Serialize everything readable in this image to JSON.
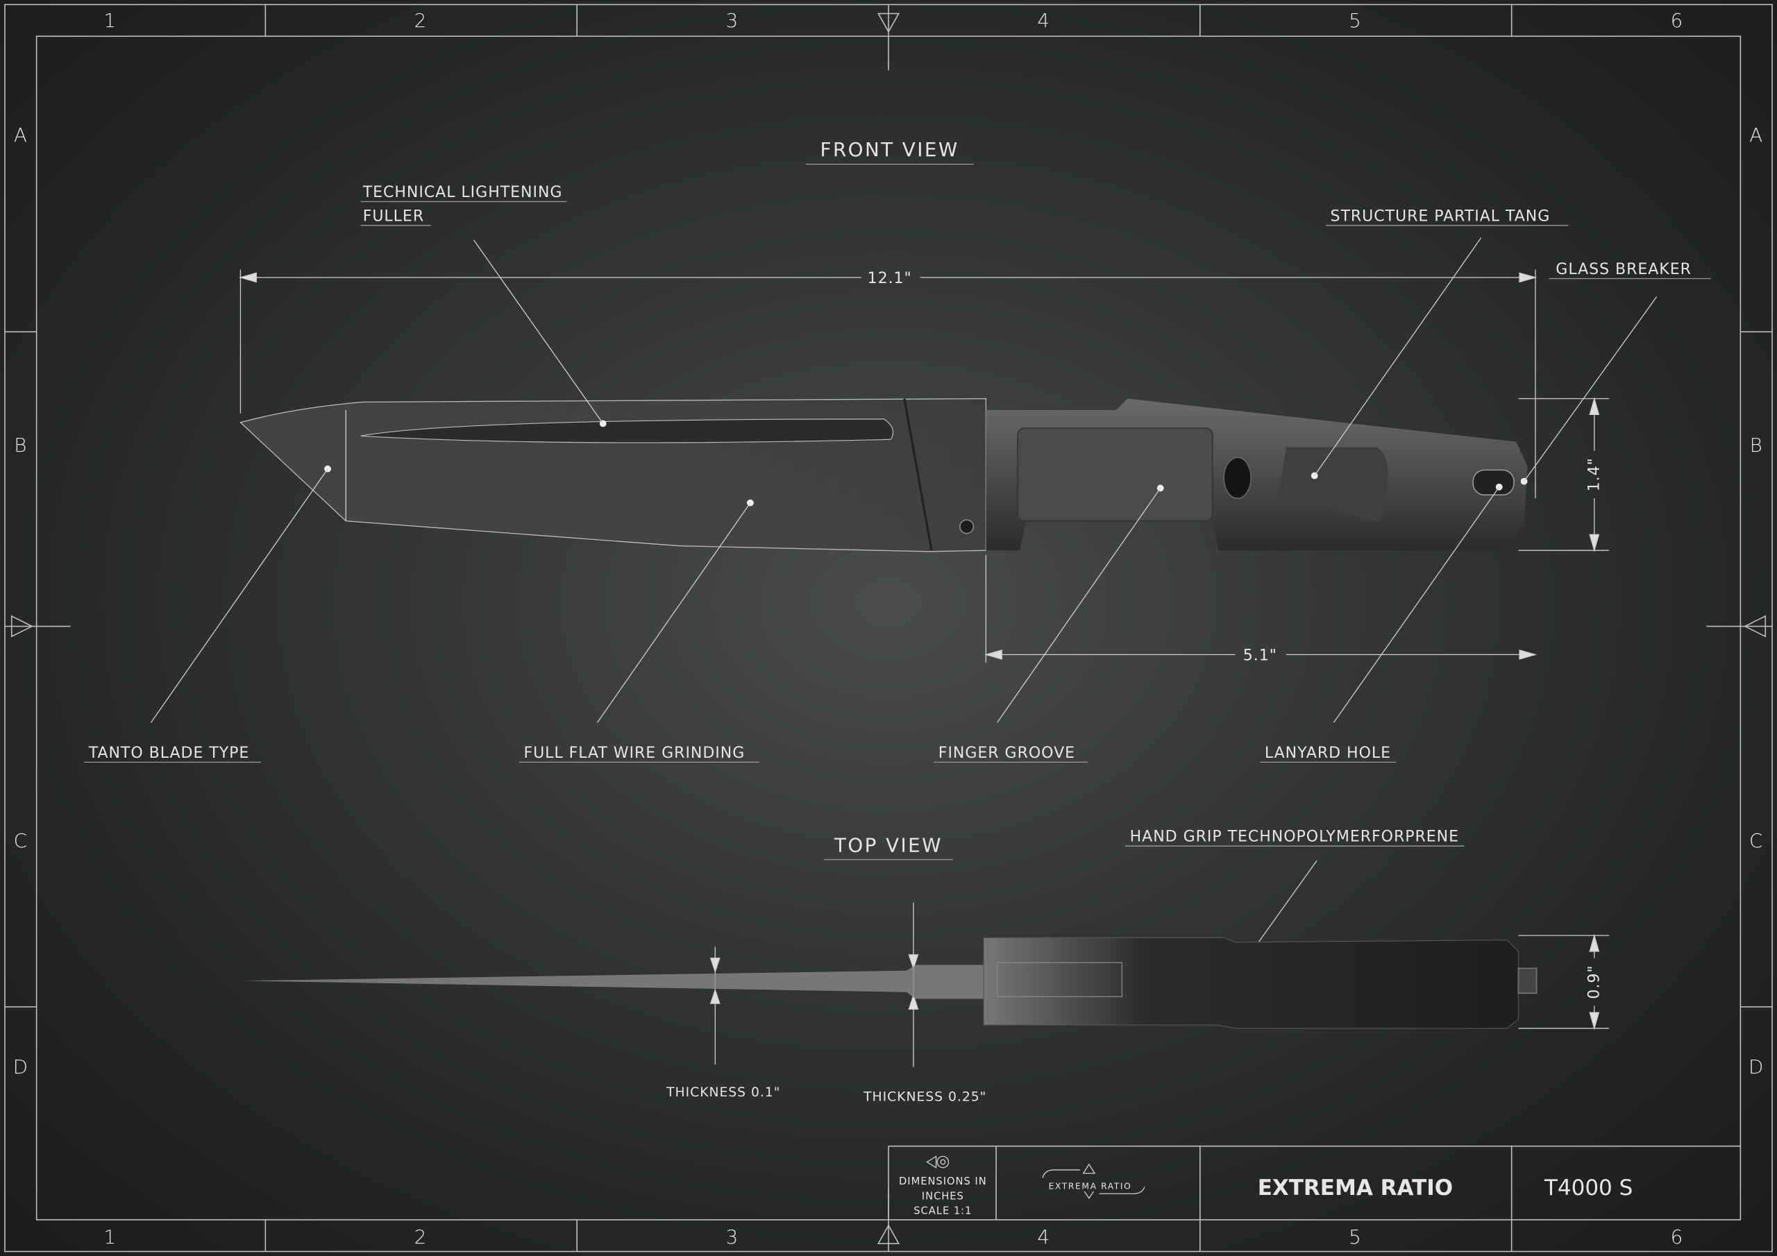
{
  "grid": {
    "columns": [
      "1",
      "2",
      "3",
      "4",
      "5",
      "6"
    ],
    "rows": [
      "A",
      "B",
      "C",
      "D"
    ]
  },
  "views": {
    "front": "FRONT  VIEW",
    "top": "TOP  VIEW"
  },
  "callouts": {
    "fuller_1": "TECHNICAL  LIGHTENING",
    "fuller_2": "FULLER",
    "tang": "STRUCTURE  PARTIAL  TANG",
    "glass": "GLASS  BREAKER",
    "tanto": "TANTO  BLADE  TYPE",
    "grinding": "FULL  FLAT  WIRE  GRINDING",
    "finger": "FINGER  GROOVE",
    "lanyard": "LANYARD  HOLE",
    "grip": "HAND  GRIP  TECHNOPOLYMERFORPRENE",
    "thick1": "THICKNESS  0.1\"",
    "thick2": "THICKNESS  0.25\""
  },
  "dimensions": {
    "length": "12.1\"",
    "handle": "5.1\"",
    "height": "1.4\"",
    "width": "0.9\""
  },
  "title_block": {
    "dim_1": "DIMENSIONS  IN",
    "dim_2": "INCHES",
    "dim_3": "SCALE  1:1",
    "logo": "EXTREMA  RATIO",
    "brand": "EXTREMA RATIO",
    "model": "T4000 S"
  }
}
